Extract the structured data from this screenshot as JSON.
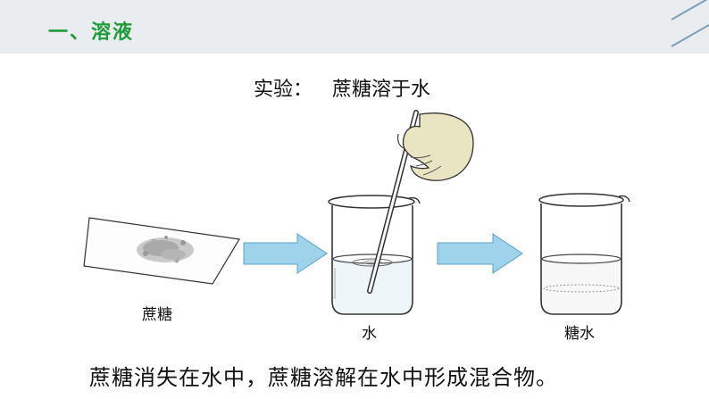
{
  "header": {
    "title": "一、溶液"
  },
  "experiment": {
    "prefix": "实验：",
    "name": "蔗糖溶于水"
  },
  "labels": {
    "sugar": "蔗糖",
    "water": "水",
    "sugar_water": "糖水"
  },
  "caption": "蔗糖消失在水中，蔗糖溶解在水中形成混合物。",
  "colors": {
    "title_green": "#1f9c3a",
    "arrow_blue": "#9fd3ec",
    "header_bg": "#e9edf0"
  }
}
